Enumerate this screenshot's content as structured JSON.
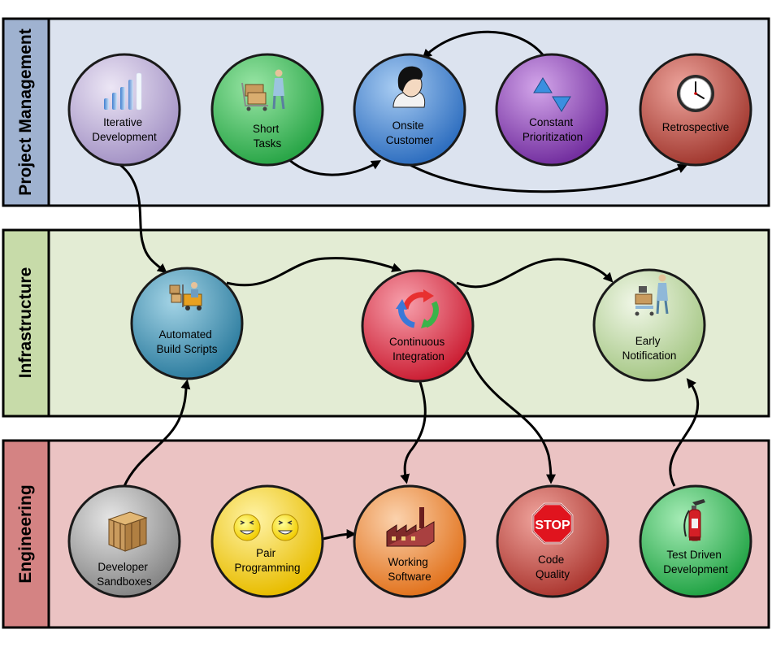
{
  "lanes": {
    "project_management": {
      "label": "Project Management"
    },
    "infrastructure": {
      "label": "Infrastructure"
    },
    "engineering": {
      "label": "Engineering"
    }
  },
  "nodes": {
    "iterative_development": {
      "line1": "Iterative",
      "line2": "Development",
      "icon": "bar-chart-icon",
      "color": "#b6a8cf"
    },
    "short_tasks": {
      "line1": "Short",
      "line2": "Tasks",
      "icon": "shopping-cart-person-icon",
      "color": "#3cbf5a"
    },
    "onsite_customer": {
      "line1": "Onsite",
      "line2": "Customer",
      "icon": "person-portrait-icon",
      "color": "#3f86d6"
    },
    "constant_prioritization": {
      "line1": "Constant",
      "line2": "Prioritization",
      "icon": "up-down-triangles-icon",
      "color": "#8a3eb0"
    },
    "retrospective": {
      "line1": "Retrospective",
      "line2": "",
      "icon": "clock-icon",
      "color": "#b8463c"
    },
    "automated_build_scripts": {
      "line1": "Automated",
      "line2": "Build Scripts",
      "icon": "forklift-icon",
      "color": "#3f8fb0"
    },
    "continuous_integration": {
      "line1": "Continuous",
      "line2": "Integration",
      "icon": "cycle-arrows-icon",
      "color": "#df3548"
    },
    "early_notification": {
      "line1": "Early",
      "line2": "Notification",
      "icon": "cart-worker-icon",
      "color": "#b7d39a"
    },
    "developer_sandboxes": {
      "line1": "Developer",
      "line2": "Sandboxes",
      "icon": "wooden-crate-icon",
      "color": "#9a9a9a"
    },
    "pair_programming": {
      "line1": "Pair",
      "line2": "Programming",
      "icon": "smiley-faces-icon",
      "color": "#f5d21b"
    },
    "working_software": {
      "line1": "Working",
      "line2": "Software",
      "icon": "factory-icon",
      "color": "#ee8a3a"
    },
    "code_quality": {
      "line1": "Code",
      "line2": "Quality",
      "icon": "stop-sign-icon",
      "color": "#c4463e",
      "sign_text": "STOP"
    },
    "test_driven_development": {
      "line1": "Test Driven",
      "line2": "Development",
      "icon": "fire-extinguisher-icon",
      "color": "#37b85a"
    }
  },
  "colors": {
    "pm_lane_fill": "#dce3ef",
    "infra_lane_fill": "#e3ecd4",
    "eng_lane_fill": "#ebc3c3",
    "pm_label_fill": "#9fb2d0",
    "infra_label_fill": "#c7dba9",
    "eng_label_fill": "#d48383"
  }
}
